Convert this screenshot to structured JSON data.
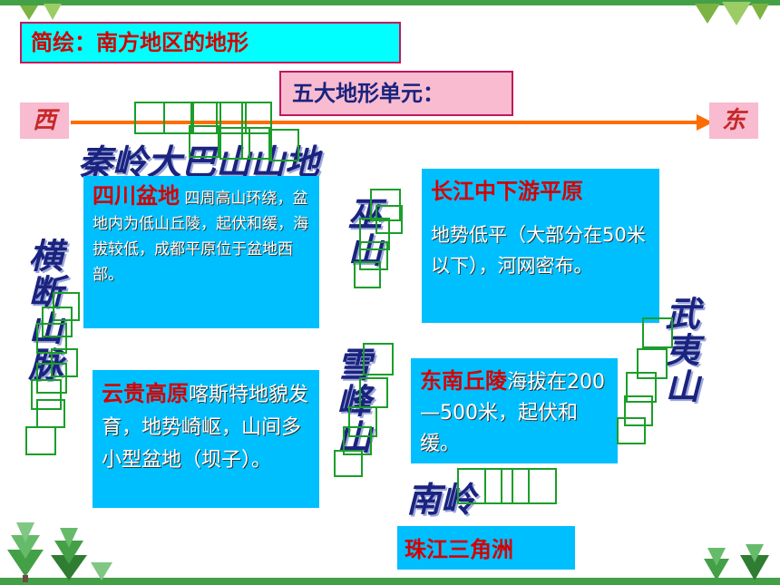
{
  "title": "简绘：南方地区的地形",
  "units_title": "五大地形单元：",
  "direction": {
    "west": "西",
    "east": "东"
  },
  "mountains": {
    "qinling_daba": "秦岭大巴山山地",
    "hengduan": "横断山脉",
    "wushan": "巫山",
    "xuefeng": "雪峰山",
    "wuyi": "武夷山",
    "nanling": "南岭"
  },
  "regions": {
    "sichuan": {
      "name": "四川盆地",
      "text": " 四周高山环绕，盆地内为低山丘陵，起伏和缓，海拔较低，成都平原位于盆地西部。"
    },
    "changjiang": {
      "name": "长江中下游平原",
      "text": "地势低平（大部分在50米以下），河网密布。"
    },
    "yungui": {
      "name": "云贵高原",
      "text": "喀斯特地貌发育，地势崎岖，山间多小型盆地（坝子）。"
    },
    "dongnan": {
      "name": "东南丘陵",
      "text": "海拔在200—500米，起伏和缓。"
    },
    "zhujiang": {
      "name": "珠江三角洲"
    }
  },
  "colors": {
    "cyan": "#00ffff",
    "blue_box": "#00bfff",
    "pink": "#f8bbd0",
    "red": "#d50000",
    "navy": "#1a237e",
    "green": "#1b9e2a",
    "arrow": "#ff6d00"
  },
  "icons": [
    "tree-icon",
    "arrow-right-icon"
  ]
}
